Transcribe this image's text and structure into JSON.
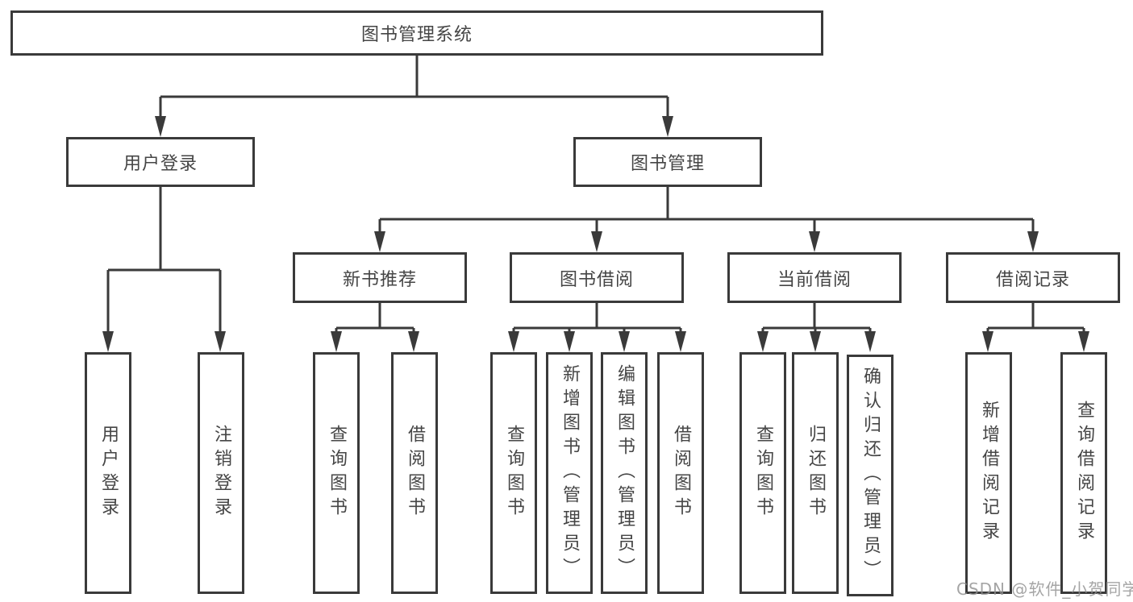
{
  "diagram": {
    "title": "图书管理系统",
    "branches": [
      {
        "label": "用户登录",
        "children": [
          {
            "label": "用户登录"
          },
          {
            "label": "注销登录"
          }
        ]
      },
      {
        "label": "图书管理",
        "children": [
          {
            "label": "新书推荐",
            "children": [
              {
                "label": "查询图书"
              },
              {
                "label": "借阅图书"
              }
            ]
          },
          {
            "label": "图书借阅",
            "children": [
              {
                "label": "查询图书"
              },
              {
                "label": "新增图书（管理员）"
              },
              {
                "label": "编辑图书（管理员）"
              },
              {
                "label": "借阅图书"
              }
            ]
          },
          {
            "label": "当前借阅",
            "children": [
              {
                "label": "查询图书"
              },
              {
                "label": "归还图书"
              },
              {
                "label": "确认归还（管理员）"
              }
            ]
          },
          {
            "label": "借阅记录",
            "children": [
              {
                "label": "新增借阅记录"
              },
              {
                "label": "查询借阅记录"
              }
            ]
          }
        ]
      }
    ],
    "watermark": "CSDN @软件_小贺同学",
    "colors": {
      "line": "#3a3a3a",
      "box_border": "#3a3a3a",
      "box_bg": "#ffffff",
      "text": "#454545",
      "watermark": "#8f8f8f"
    }
  }
}
